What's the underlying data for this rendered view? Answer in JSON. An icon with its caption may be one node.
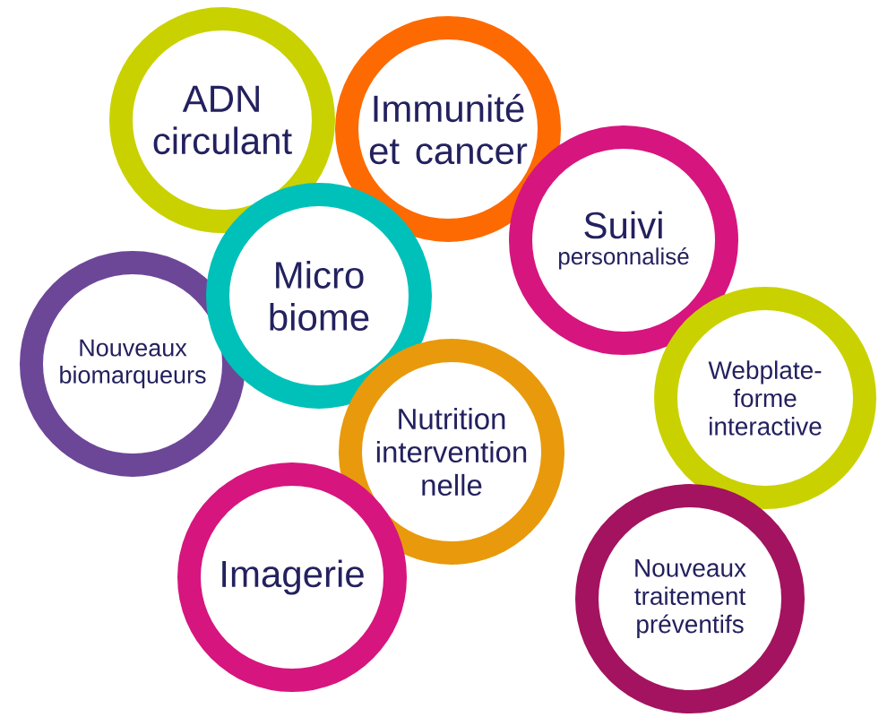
{
  "diagram": {
    "nodes": [
      {
        "text": [
          "ADN circulant"
        ]
      },
      {
        "text": [
          "Immunité et cancer"
        ]
      },
      {
        "text": [
          "Suivi",
          "personnalisé"
        ]
      },
      {
        "text": [
          "Micro biome"
        ]
      },
      {
        "text": [
          "Nouveaux biomarqueurs"
        ]
      },
      {
        "text": [
          "Webplate-forme interactive"
        ]
      },
      {
        "text": [
          "Nutrition intervention nelle"
        ]
      },
      {
        "text": [
          "Imagerie"
        ]
      },
      {
        "text": [
          "Nouveaux traitement préventifs"
        ]
      }
    ]
  }
}
